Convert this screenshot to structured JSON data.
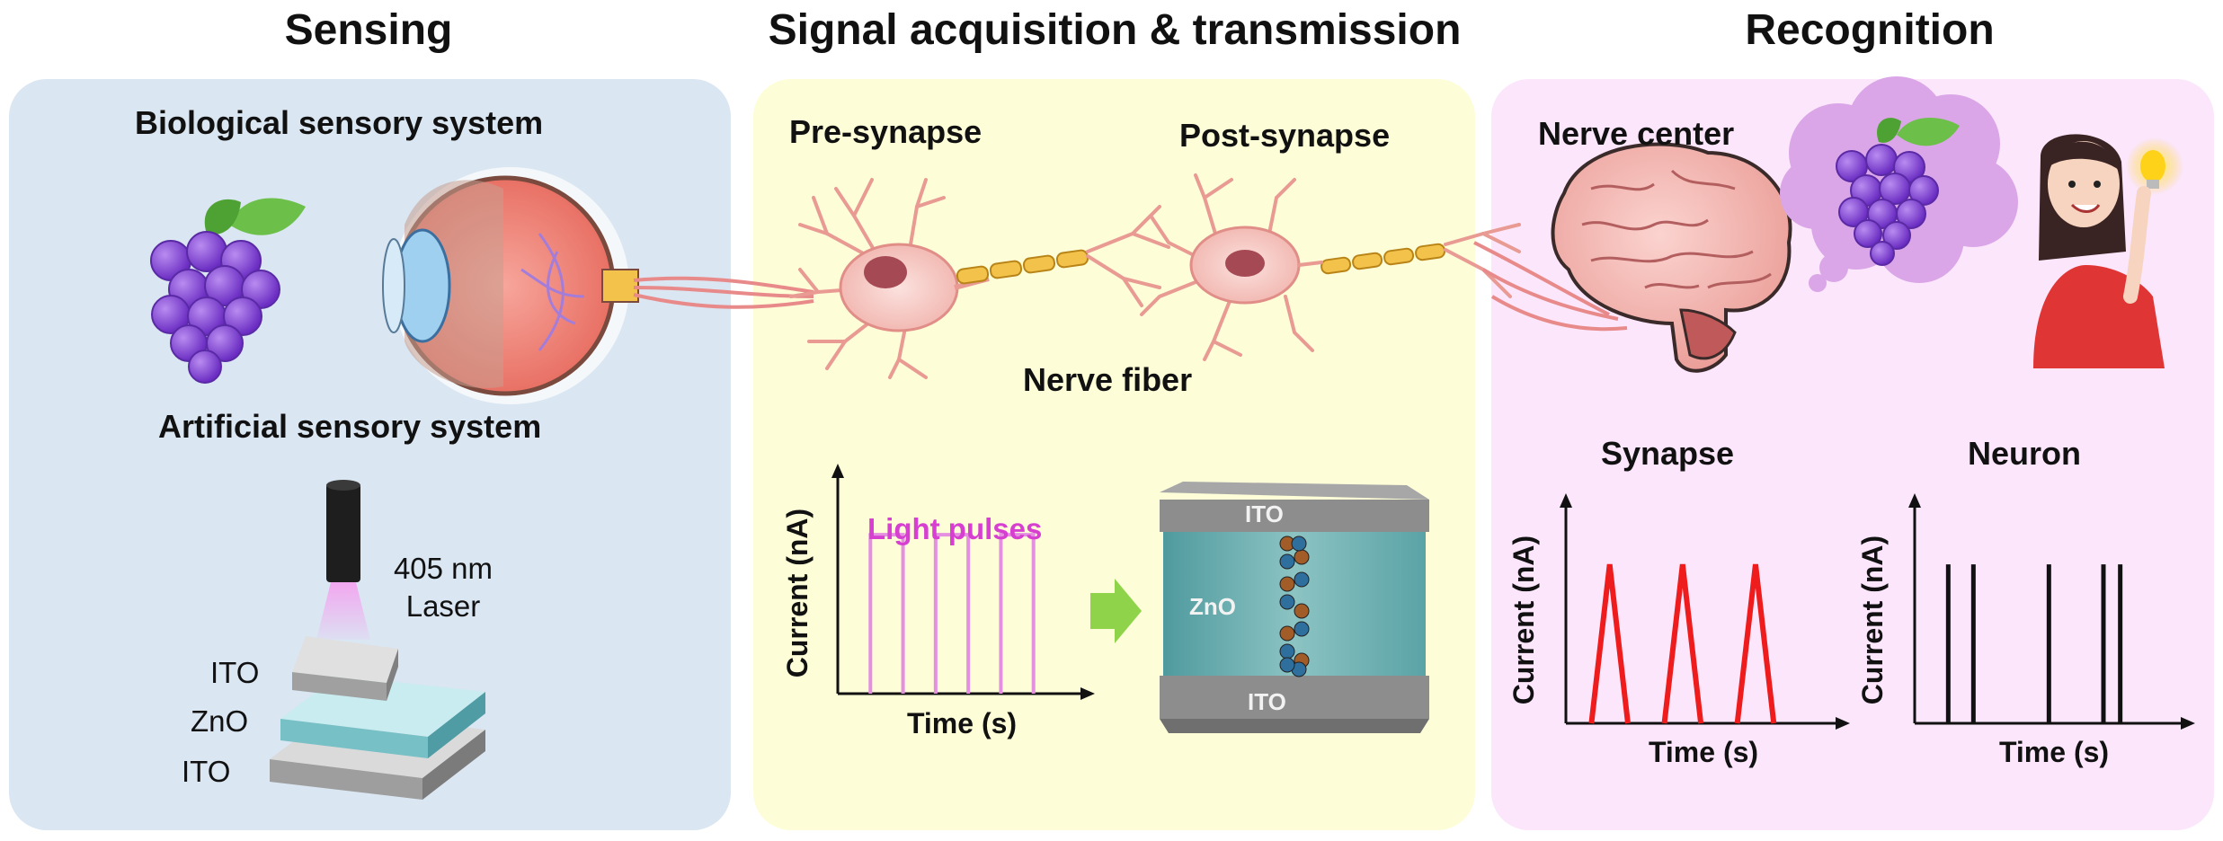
{
  "sections": {
    "sensing": "Sensing",
    "signal": "Signal acquisition & transmission",
    "recognition": "Recognition"
  },
  "sensing_panel": {
    "biological": "Biological sensory system",
    "artificial": "Artificial sensory system",
    "laser_wavelength": "405 nm",
    "laser_word": "Laser",
    "layers": [
      "ITO",
      "ZnO",
      "ITO"
    ]
  },
  "signal_panel": {
    "pre_synapse": "Pre-synapse",
    "post_synapse": "Post-synapse",
    "nerve_fiber": "Nerve fiber",
    "chart_light_pulses_label": "Light pulses",
    "device_top": "ITO",
    "device_mid": "ZnO",
    "device_bottom": "ITO"
  },
  "recognition_panel": {
    "nerve_center": "Nerve center",
    "synapse": "Synapse",
    "neuron": "Neuron"
  },
  "colors": {
    "pulse_pink": "#e58fe0",
    "light_pulses_text": "#d63fd0",
    "synapse_red": "#ee1c1c",
    "grape_purple": "#7b3fd0",
    "leaf_green": "#5cbf3a"
  },
  "chart_data": [
    {
      "type": "line",
      "title": "Light pulses",
      "xlabel": "Time (s)",
      "ylabel": "Current (nA)",
      "series": [
        {
          "name": "Light pulses",
          "pulses": [
            [
              1,
              2
            ],
            [
              3,
              4
            ],
            [
              5,
              6
            ]
          ],
          "level": 1
        }
      ],
      "xlim": [
        0,
        7
      ],
      "ylim": [
        0,
        1.3
      ]
    },
    {
      "type": "line",
      "title": "Synapse",
      "xlabel": "Time (s)",
      "ylabel": "Current (nA)",
      "series": [
        {
          "name": "Synapse",
          "peaks": [
            1.2,
            3.2,
            5.2
          ],
          "half_width": 0.5,
          "level": 1
        }
      ],
      "xlim": [
        0,
        7
      ],
      "ylim": [
        0,
        1.3
      ]
    },
    {
      "type": "line",
      "title": "Neuron",
      "xlabel": "Time (s)",
      "ylabel": "Current (nA)",
      "series": [
        {
          "name": "Neuron",
          "spikes": [
            0.8,
            1.4,
            3.2,
            4.5,
            4.9
          ],
          "level": 1
        }
      ],
      "xlim": [
        0,
        6
      ],
      "ylim": [
        0,
        1.3
      ]
    }
  ]
}
